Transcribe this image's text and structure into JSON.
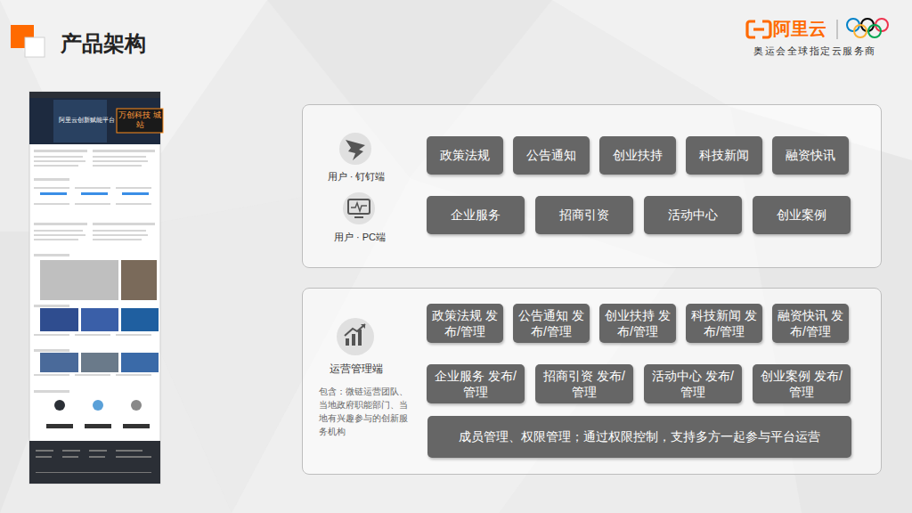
{
  "diagram": {
    "title": "产品架构",
    "nodes": [
      {
        "text": [
          "用户 · 钉钉端",
          "用户 · PC端"
        ]
      },
      {
        "text": [
          "政策法规"
        ],
        "in": 0
      },
      {
        "text": [
          "公告通知"
        ],
        "in": 0
      },
      {
        "text": [
          "创业扶持"
        ],
        "in": 0
      },
      {
        "text": [
          "科技新闻"
        ],
        "in": 0
      },
      {
        "text": [
          "融资快讯"
        ],
        "in": 0
      },
      {
        "text": [
          "企业服务"
        ],
        "in": 0
      },
      {
        "text": [
          "招商引资"
        ],
        "in": 0
      },
      {
        "text": [
          "活动中心"
        ],
        "in": 0
      },
      {
        "text": [
          "创业案例"
        ],
        "in": 0
      },
      {
        "text": [
          "运营管理端",
          "包含：微链运营团队、当地政府职能部门、当地有兴趣参与的创新服务机构"
        ]
      },
      {
        "text": [
          "政策法规 发布/管理"
        ],
        "in": 10
      },
      {
        "text": [
          "公告通知 发布/管理"
        ],
        "in": 10
      },
      {
        "text": [
          "创业扶持 发布/管理"
        ],
        "in": 10
      },
      {
        "text": [
          "科技新闻 发布/管理"
        ],
        "in": 10
      },
      {
        "text": [
          "融资快讯 发布/管理"
        ],
        "in": 10
      },
      {
        "text": [
          "企业服务 发布/管理"
        ],
        "in": 10
      },
      {
        "text": [
          "招商引资 发布/管理"
        ],
        "in": 10
      },
      {
        "text": [
          "活动中心 发布/管理"
        ],
        "in": 10
      },
      {
        "text": [
          "创业案例 发布/管理"
        ],
        "in": 10
      },
      {
        "text": [
          "成员管理、权限管理；通过权限控制，支持多方一起参与平台运营"
        ],
        "in": 10
      }
    ],
    "labels": [
      "阿里云",
      "奥运会全球指定云服务商",
      "阿里云创新赋能平台",
      "万创科技 城站"
    ]
  }
}
